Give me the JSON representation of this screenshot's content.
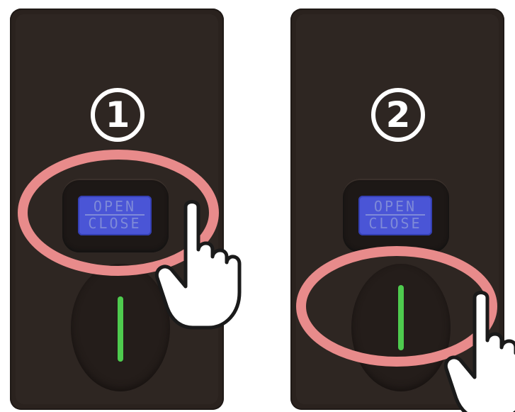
{
  "steps": [
    {
      "number": "1",
      "button": {
        "line1": "OPEN",
        "line2": "CLOSE"
      },
      "highlight": "button",
      "indicator_color": "#4ecb4e"
    },
    {
      "number": "2",
      "button": {
        "line1": "OPEN",
        "line2": "CLOSE"
      },
      "highlight": "knob",
      "indicator_color": "#4ecb4e"
    }
  ],
  "colors": {
    "panel": "#2a221e",
    "button_face": "#4a55d6",
    "button_text": "#7e8ad8",
    "highlight_ring": "#e88b8b",
    "indicator": "#4ecb4e"
  }
}
